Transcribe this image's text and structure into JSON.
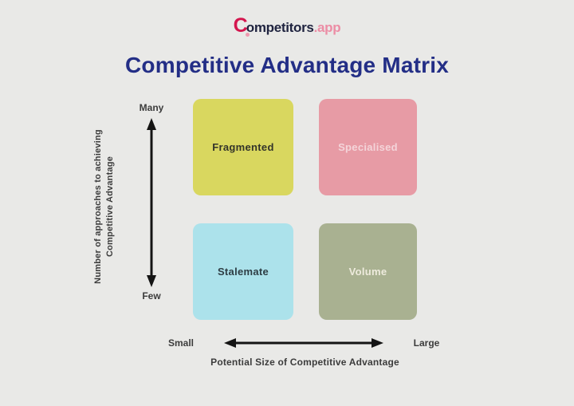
{
  "logo": {
    "mark": "C",
    "name_rest": "ompetitors",
    "suffix": ".app"
  },
  "title": "Competitive Advantage Matrix",
  "y_axis": {
    "label_line1": "Number of approaches to achieving",
    "label_line2": "Competitive Advantage",
    "top_tick": "Many",
    "bottom_tick": "Few"
  },
  "x_axis": {
    "label": "Potential Size of Competitive Advantage",
    "left_tick": "Small",
    "right_tick": "Large"
  },
  "quadrants": [
    {
      "position": "top-left",
      "label": "Fragmented",
      "bg": "#d9d75f",
      "text": "#33342a"
    },
    {
      "position": "top-right",
      "label": "Specialised",
      "bg": "#e79ba5",
      "text": "#f4d4d9"
    },
    {
      "position": "bottom-left",
      "label": "Stalemate",
      "bg": "#ace2eb",
      "text": "#2e3d44"
    },
    {
      "position": "bottom-right",
      "label": "Volume",
      "bg": "#a9b191",
      "text": "#eeebdd"
    }
  ],
  "colors": {
    "background": "#e9e9e7",
    "title": "#232e86",
    "logo_mark": "#d4164e",
    "logo_word": "#202440",
    "logo_suffix": "#ec8da5",
    "axis_text": "#3c3c3c",
    "arrow": "#141414"
  }
}
